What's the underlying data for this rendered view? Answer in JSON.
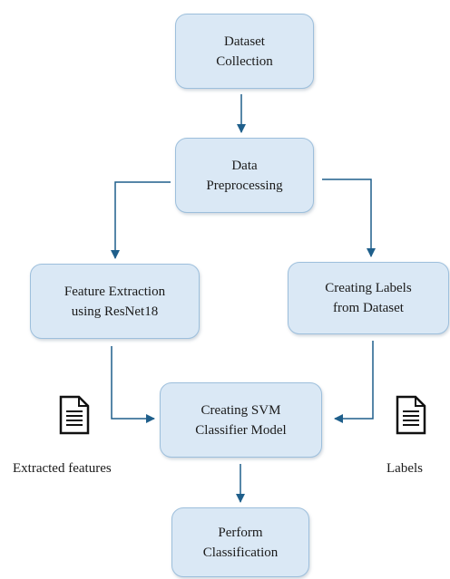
{
  "nodes": {
    "dataset_collection": "Dataset\nCollection",
    "data_preprocessing": "Data\nPreprocessing",
    "feature_extraction": "Feature Extraction\nusing ResNet18",
    "creating_labels": "Creating Labels\nfrom Dataset",
    "svm_classifier": "Creating SVM\nClassifier Model",
    "perform_classification": "Perform\nClassification"
  },
  "captions": {
    "extracted_features": "Extracted features",
    "labels": "Labels"
  },
  "icons": {
    "features_doc": "document-icon",
    "labels_doc": "document-icon"
  },
  "colors": {
    "node_fill": "#dae8f5",
    "node_border": "#9dbfdc",
    "arrow": "#1f5f8b"
  }
}
